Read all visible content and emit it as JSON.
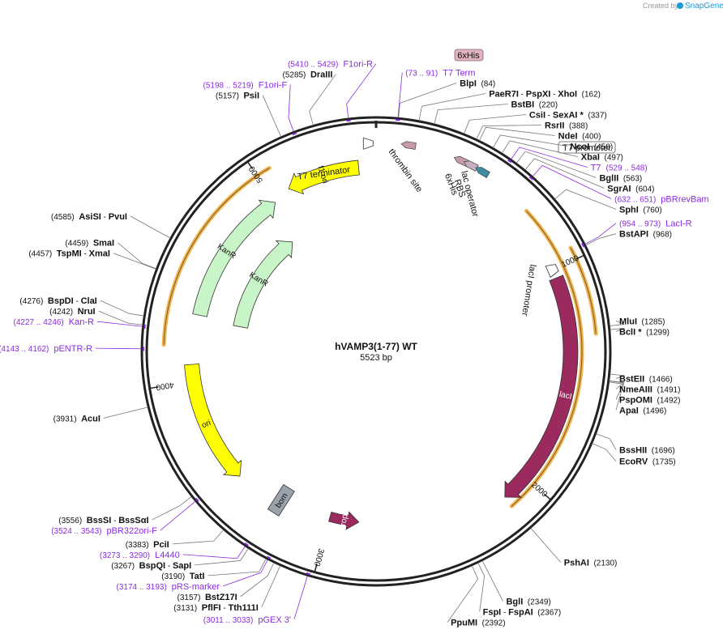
{
  "credit": {
    "text": "Created by",
    "brand": "SnapGene"
  },
  "plasmid": {
    "name": "hVAMP3(1-77) WT",
    "size_label": "5523 bp",
    "length": 5523
  },
  "ticks": [
    {
      "pos": 1000,
      "label": "1000"
    },
    {
      "pos": 2000,
      "label": "2000"
    },
    {
      "pos": 3000,
      "label": "3000"
    },
    {
      "pos": 4000,
      "label": "4000"
    },
    {
      "pos": 5000,
      "label": "5000"
    }
  ],
  "enzymes": [
    {
      "pos": 84,
      "parts": [
        {
          "t": "BlpI",
          "b": true
        },
        {
          "t": "  (84)",
          "b": false
        }
      ]
    },
    {
      "pos": 162,
      "parts": [
        {
          "t": "PaeR7I",
          "b": true
        },
        {
          "t": " - ",
          "b": false
        },
        {
          "t": "PspXI",
          "b": true
        },
        {
          "t": " - ",
          "b": false
        },
        {
          "t": "XhoI",
          "b": true
        },
        {
          "t": "  (162)",
          "b": false
        }
      ]
    },
    {
      "pos": 220,
      "parts": [
        {
          "t": "BstBI",
          "b": true
        },
        {
          "t": "  (220)",
          "b": false
        }
      ]
    },
    {
      "pos": 337,
      "parts": [
        {
          "t": "CsiI",
          "b": true
        },
        {
          "t": " - ",
          "b": false
        },
        {
          "t": "SexAI *",
          "b": true
        },
        {
          "t": "  (337)",
          "b": false
        }
      ]
    },
    {
      "pos": 388,
      "parts": [
        {
          "t": "RsrII",
          "b": true
        },
        {
          "t": "  (388)",
          "b": false
        }
      ]
    },
    {
      "pos": 400,
      "parts": [
        {
          "t": "NdeI",
          "b": true
        },
        {
          "t": "  (400)",
          "b": false
        }
      ]
    },
    {
      "pos": 458,
      "parts": [
        {
          "t": "NcoI",
          "b": true
        },
        {
          "t": "  (458)",
          "b": false
        }
      ]
    },
    {
      "pos": 497,
      "parts": [
        {
          "t": "XbaI",
          "b": true
        },
        {
          "t": "  (497)",
          "b": false
        }
      ]
    },
    {
      "pos": 563,
      "parts": [
        {
          "t": "BglII",
          "b": true
        },
        {
          "t": "  (563)",
          "b": false
        }
      ]
    },
    {
      "pos": 604,
      "parts": [
        {
          "t": "SgrAI",
          "b": true
        },
        {
          "t": "  (604)",
          "b": false
        }
      ]
    },
    {
      "pos": 760,
      "parts": [
        {
          "t": "SphI",
          "b": true
        },
        {
          "t": "  (760)",
          "b": false
        }
      ]
    },
    {
      "pos": 968,
      "parts": [
        {
          "t": "BstAPI",
          "b": true
        },
        {
          "t": "  (968)",
          "b": false
        }
      ]
    },
    {
      "pos": 1285,
      "parts": [
        {
          "t": "MluI",
          "b": true
        },
        {
          "t": "  (1285)",
          "b": false
        }
      ]
    },
    {
      "pos": 1299,
      "parts": [
        {
          "t": "BclI *",
          "b": true
        },
        {
          "t": "  (1299)",
          "b": false
        }
      ]
    },
    {
      "pos": 1466,
      "parts": [
        {
          "t": "BstEII",
          "b": true
        },
        {
          "t": "  (1466)",
          "b": false
        }
      ]
    },
    {
      "pos": 1491,
      "parts": [
        {
          "t": "NmeAIII",
          "b": true
        },
        {
          "t": "  (1491)",
          "b": false
        }
      ]
    },
    {
      "pos": 1492,
      "parts": [
        {
          "t": "PspOMI",
          "b": true
        },
        {
          "t": "  (1492)",
          "b": false
        }
      ]
    },
    {
      "pos": 1496,
      "parts": [
        {
          "t": "ApaI",
          "b": true
        },
        {
          "t": "  (1496)",
          "b": false
        }
      ]
    },
    {
      "pos": 1696,
      "parts": [
        {
          "t": "BssHII",
          "b": true
        },
        {
          "t": "  (1696)",
          "b": false
        }
      ]
    },
    {
      "pos": 1735,
      "parts": [
        {
          "t": "EcoRV",
          "b": true
        },
        {
          "t": "  (1735)",
          "b": false
        }
      ]
    },
    {
      "pos": 2130,
      "parts": [
        {
          "t": "PshAI",
          "b": true
        },
        {
          "t": "  (2130)",
          "b": false
        }
      ]
    },
    {
      "pos": 2349,
      "parts": [
        {
          "t": "BglI",
          "b": true
        },
        {
          "t": "  (2349)",
          "b": false
        }
      ]
    },
    {
      "pos": 2367,
      "parts": [
        {
          "t": "FspI",
          "b": true
        },
        {
          "t": " - ",
          "b": false
        },
        {
          "t": "FspAI",
          "b": true
        },
        {
          "t": "  (2367)",
          "b": false
        }
      ]
    },
    {
      "pos": 2392,
      "parts": [
        {
          "t": "PpuMI",
          "b": true
        },
        {
          "t": "  (2392)",
          "b": false
        }
      ]
    },
    {
      "pos": 3131,
      "parts": [
        {
          "t": "(3131)  ",
          "b": false
        },
        {
          "t": "PflFI",
          "b": true
        },
        {
          "t": " - ",
          "b": false
        },
        {
          "t": "Tth111I",
          "b": true
        }
      ]
    },
    {
      "pos": 3157,
      "parts": [
        {
          "t": "(3157)  ",
          "b": false
        },
        {
          "t": "BstZ17I",
          "b": true
        }
      ]
    },
    {
      "pos": 3190,
      "parts": [
        {
          "t": "(3190)  ",
          "b": false
        },
        {
          "t": "TatI",
          "b": true
        }
      ]
    },
    {
      "pos": 3267,
      "parts": [
        {
          "t": "(3267)  ",
          "b": false
        },
        {
          "t": "BspQI",
          "b": true
        },
        {
          "t": " - ",
          "b": false
        },
        {
          "t": "SapI",
          "b": true
        }
      ]
    },
    {
      "pos": 3383,
      "parts": [
        {
          "t": "(3383)  ",
          "b": false
        },
        {
          "t": "PciI",
          "b": true
        }
      ]
    },
    {
      "pos": 3556,
      "parts": [
        {
          "t": "(3556)  ",
          "b": false
        },
        {
          "t": "BssSI",
          "b": true
        },
        {
          "t": " - ",
          "b": false
        },
        {
          "t": "BssSαI",
          "b": true
        }
      ]
    },
    {
      "pos": 3931,
      "parts": [
        {
          "t": "(3931)  ",
          "b": false
        },
        {
          "t": "AcuI",
          "b": true
        }
      ]
    },
    {
      "pos": 4242,
      "parts": [
        {
          "t": "(4242)  ",
          "b": false
        },
        {
          "t": "NruI",
          "b": true
        }
      ]
    },
    {
      "pos": 4276,
      "parts": [
        {
          "t": "(4276)  ",
          "b": false
        },
        {
          "t": "BspDI",
          "b": true
        },
        {
          "t": " - ",
          "b": false
        },
        {
          "t": "ClaI",
          "b": true
        }
      ]
    },
    {
      "pos": 4457,
      "parts": [
        {
          "t": "(4457)  ",
          "b": false
        },
        {
          "t": "TspMI",
          "b": true
        },
        {
          "t": " - ",
          "b": false
        },
        {
          "t": "XmaI",
          "b": true
        }
      ]
    },
    {
      "pos": 4459,
      "parts": [
        {
          "t": "(4459)  ",
          "b": false
        },
        {
          "t": "SmaI",
          "b": true
        }
      ]
    },
    {
      "pos": 4585,
      "parts": [
        {
          "t": "(4585)  ",
          "b": false
        },
        {
          "t": "AsiSI",
          "b": true
        },
        {
          "t": " - ",
          "b": false
        },
        {
          "t": "PvuI",
          "b": true
        }
      ]
    },
    {
      "pos": 5157,
      "parts": [
        {
          "t": "(5157)  ",
          "b": false
        },
        {
          "t": "PsiI",
          "b": true
        }
      ]
    },
    {
      "pos": 5285,
      "parts": [
        {
          "t": "(5285)  ",
          "b": false
        },
        {
          "t": "DraIII",
          "b": true
        }
      ]
    }
  ],
  "primers": [
    {
      "pos": 82,
      "name": "T7 Term",
      "range": "(73 .. 91)",
      "name_first": false
    },
    {
      "pos": 538,
      "name": "T7",
      "range": "(529 .. 548)",
      "name_first": true
    },
    {
      "pos": 641,
      "name": "pBRrevBam",
      "range": "(632 .. 651)",
      "name_first": false
    },
    {
      "pos": 963,
      "name": "LacI-R",
      "range": "(954 .. 973)",
      "name_first": false
    },
    {
      "pos": 3022,
      "name": "pGEX 3'",
      "range": "(3011 .. 3033)",
      "name_first": false
    },
    {
      "pos": 3183,
      "name": "pRS-marker",
      "range": "(3174 .. 3193)",
      "name_first": false
    },
    {
      "pos": 3281,
      "name": "L4440",
      "range": "(3273 .. 3290)",
      "name_first": false
    },
    {
      "pos": 3533,
      "name": "pBR322ori-F",
      "range": "(3524 .. 3543)",
      "name_first": false
    },
    {
      "pos": 4152,
      "name": "pENTR-R",
      "range": "(4143 .. 4162)",
      "name_first": false
    },
    {
      "pos": 4236,
      "name": "Kan-R",
      "range": "(4227 .. 4246)",
      "name_first": false
    },
    {
      "pos": 5208,
      "name": "F1ori-F",
      "range": "(5198 .. 5219)",
      "name_first": false
    },
    {
      "pos": 5419,
      "name": "F1ori-R",
      "range": "(5410 .. 5429)",
      "name_first": false
    }
  ],
  "features": [
    {
      "name": "lacI",
      "type": "cds",
      "start": 1040,
      "end": 2126,
      "dir": 1,
      "color": "#9b2a5f",
      "label_color": "#ffffff"
    },
    {
      "name": "ori",
      "type": "rep",
      "start": 3490,
      "end": 4080,
      "dir": -1,
      "color": "#ffff00",
      "label_color": "#111111"
    },
    {
      "name": "KanR",
      "type": "cds",
      "start": 4320,
      "end": 5000,
      "dir": 1,
      "color": "#c8f5c8",
      "label_color": "#111111"
    },
    {
      "name": "KanR",
      "type": "cds",
      "start": 4300,
      "end": 4950,
      "dir": 1,
      "color": "#c8f5c8",
      "label_color": "#111111"
    },
    {
      "name": "f1 ori",
      "type": "rep",
      "start": 5090,
      "end": 5440,
      "dir": -1,
      "color": "#ffff00",
      "label_color": "#111111"
    },
    {
      "name": "rop",
      "type": "cds",
      "start": 2850,
      "end": 3000,
      "dir": -1,
      "color": "#9b2a5f",
      "label_color": "#ffffff"
    },
    {
      "name": "bom",
      "type": "misc",
      "pos": 3260,
      "color": "#9aa3ab"
    },
    {
      "name": "T7 terminator",
      "type": "term",
      "pos": 5490
    },
    {
      "name": "thrombin site",
      "type": "small",
      "pos": 140,
      "color": "#c79aa8"
    },
    {
      "name": "6xHis",
      "type": "small",
      "pos": 370,
      "color": "#c79aa8"
    },
    {
      "name": "RBS",
      "type": "small",
      "pos": 415,
      "color": "#c8b0c0"
    },
    {
      "name": "lac operator",
      "type": "small",
      "pos": 470,
      "color": "#3d8ca0"
    },
    {
      "name": "lacI promoter",
      "type": "promoter",
      "pos": 1010
    }
  ],
  "callouts": [
    {
      "text": "6xHis",
      "kind": "his-tag"
    },
    {
      "text": "T7 promoter",
      "kind": "promoter"
    }
  ],
  "backbone_highlights": [
    {
      "start": 4170,
      "end": 5060,
      "color": "#f0b450"
    },
    {
      "start": 720,
      "end": 2130,
      "color": "#f0b450"
    },
    {
      "start": 950,
      "end": 1310,
      "color": "#f0b450"
    }
  ]
}
